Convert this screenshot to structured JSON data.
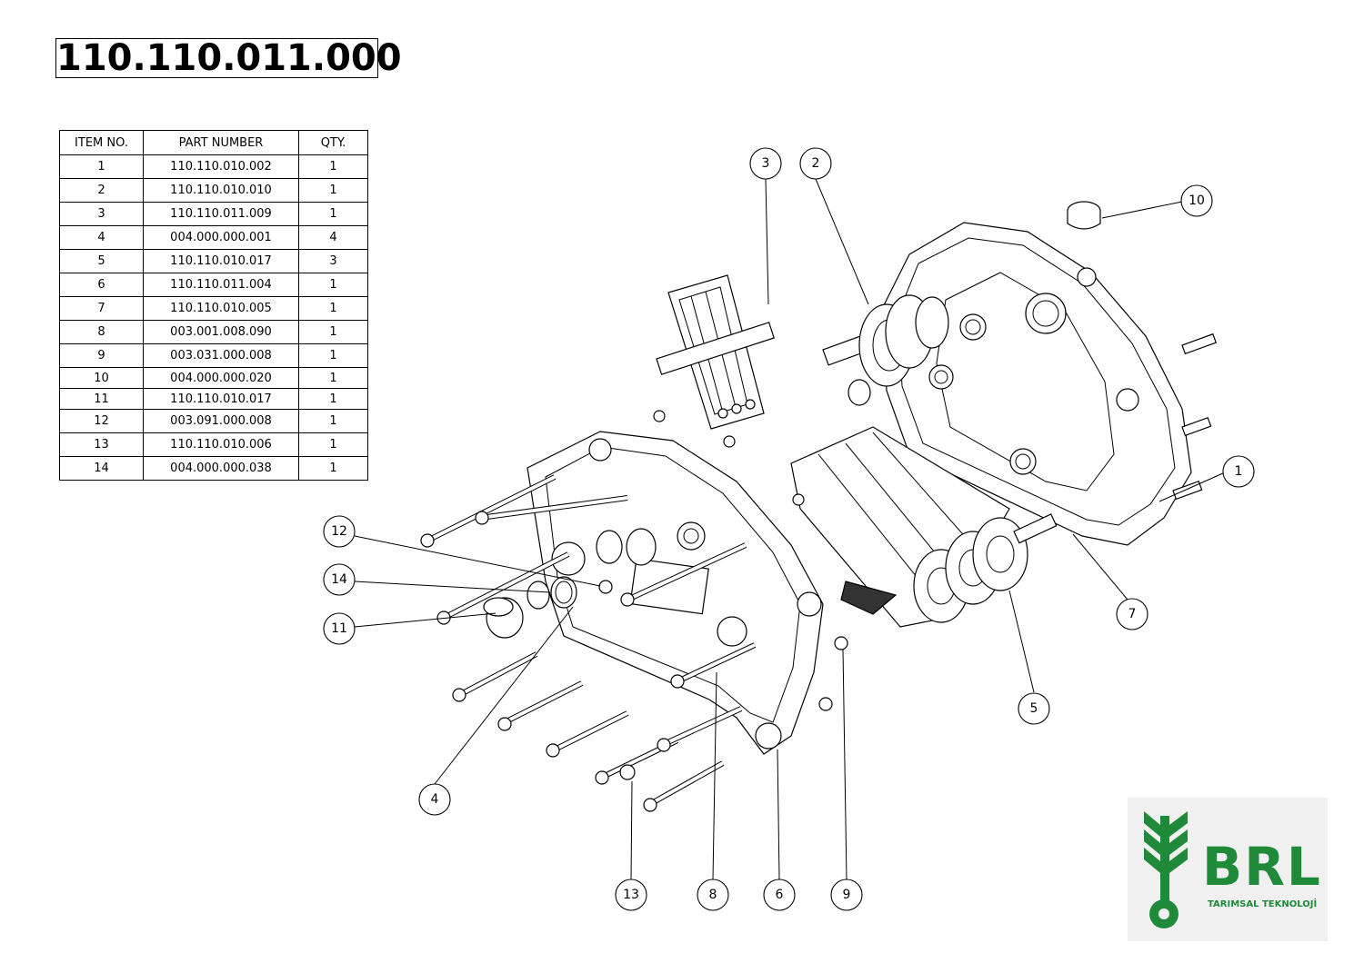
{
  "drawing_number": "110.110.011.000",
  "bom": {
    "headers": [
      "ITEM NO.",
      "PART NUMBER",
      "QTY."
    ],
    "rows": [
      [
        "1",
        "110.110.010.002",
        "1"
      ],
      [
        "2",
        "110.110.010.010",
        "1"
      ],
      [
        "3",
        "110.110.011.009",
        "1"
      ],
      [
        "4",
        "004.000.000.001",
        "4"
      ],
      [
        "5",
        "110.110.010.017",
        "3"
      ],
      [
        "6",
        "110.110.011.004",
        "1"
      ],
      [
        "7",
        "110.110.010.005",
        "1"
      ],
      [
        "8",
        "003.001.008.090",
        "1"
      ],
      [
        "9",
        "003.031.000.008",
        "1"
      ],
      [
        "10",
        "004.000.000.020",
        "1"
      ],
      [
        "11",
        "110.110.010.017",
        "1"
      ],
      [
        "12",
        "003.091.000.008",
        "1"
      ],
      [
        "13",
        "110.110.010.006",
        "1"
      ],
      [
        "14",
        "004.000.000.038",
        "1"
      ]
    ]
  },
  "balloons": [
    "1",
    "2",
    "3",
    "4",
    "5",
    "6",
    "7",
    "8",
    "9",
    "10",
    "11",
    "12",
    "13",
    "14"
  ],
  "logo": {
    "brand": "BRL",
    "tagline": "TARIMSAL TEKNOLOJİ",
    "color": "#1e8a3a"
  }
}
